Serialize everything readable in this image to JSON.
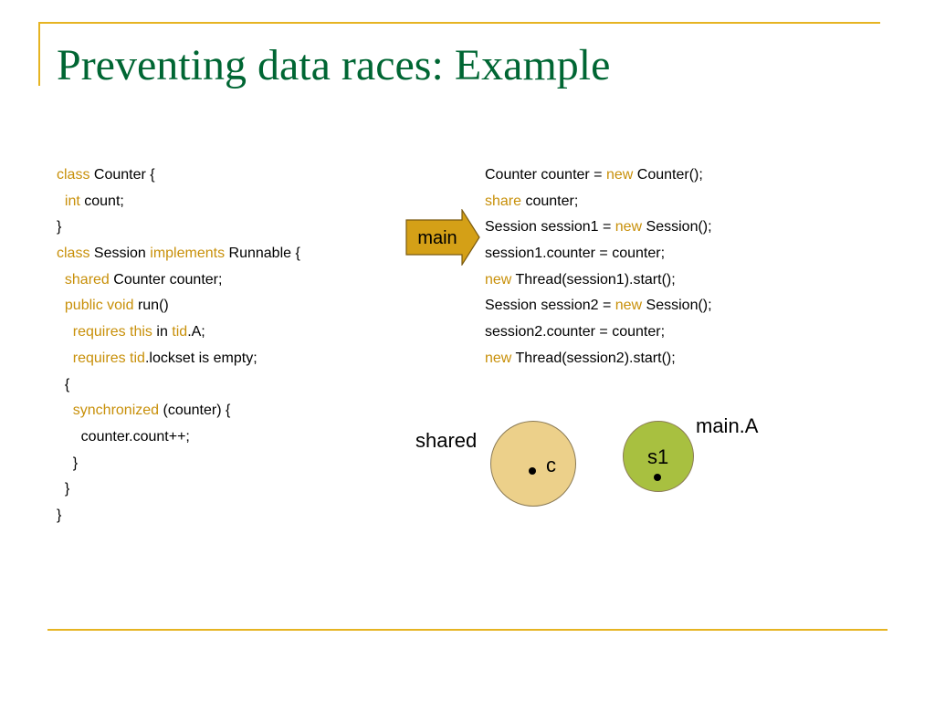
{
  "slide": {
    "title": "Preventing data races: Example"
  },
  "colors": {
    "title": "#006633",
    "keyword": "#c8900a",
    "rule": "#e6b422",
    "arrow_fill": "#d4a017",
    "shared_circle": "#ecd08a",
    "thread_circle": "#a8c040"
  },
  "left_code": [
    [
      {
        "t": "class",
        "k": true
      },
      {
        "t": " Counter {"
      }
    ],
    [
      {
        "t": "  "
      },
      {
        "t": "int",
        "k": true
      },
      {
        "t": " count;"
      }
    ],
    [
      {
        "t": "}"
      }
    ],
    [
      {
        "t": "class",
        "k": true
      },
      {
        "t": " Session "
      },
      {
        "t": "implements",
        "k": true
      },
      {
        "t": " Runnable {"
      }
    ],
    [
      {
        "t": "  "
      },
      {
        "t": "shared",
        "k": true
      },
      {
        "t": " Counter counter;"
      }
    ],
    [
      {
        "t": "  "
      },
      {
        "t": "public void",
        "k": true
      },
      {
        "t": " run()"
      }
    ],
    [
      {
        "t": "    "
      },
      {
        "t": "requires this",
        "k": true
      },
      {
        "t": " in "
      },
      {
        "t": "tid",
        "k": true
      },
      {
        "t": ".A;"
      }
    ],
    [
      {
        "t": "    "
      },
      {
        "t": "requires tid",
        "k": true
      },
      {
        "t": ".lockset is empty;"
      }
    ],
    [
      {
        "t": "  {"
      }
    ],
    [
      {
        "t": "    "
      },
      {
        "t": "synchronized",
        "k": true
      },
      {
        "t": " (counter) {"
      }
    ],
    [
      {
        "t": "      counter.count++;"
      }
    ],
    [
      {
        "t": "    }"
      }
    ],
    [
      {
        "t": "  }"
      }
    ],
    [
      {
        "t": "}"
      }
    ]
  ],
  "right_code": [
    [
      {
        "t": "Counter counter = "
      },
      {
        "t": "new",
        "k": true
      },
      {
        "t": " Counter();"
      }
    ],
    [
      {
        "t": "share",
        "k": true
      },
      {
        "t": " counter;"
      }
    ],
    [
      {
        "t": "Session session1 = "
      },
      {
        "t": "new",
        "k": true
      },
      {
        "t": " Session();"
      }
    ],
    [
      {
        "t": "session1.counter = counter;"
      }
    ],
    [
      {
        "t": "new",
        "k": true
      },
      {
        "t": " Thread(session1).start();"
      }
    ],
    [
      {
        "t": "Session session2 = "
      },
      {
        "t": "new",
        "k": true
      },
      {
        "t": " Session();"
      }
    ],
    [
      {
        "t": "session2.counter = counter;"
      }
    ],
    [
      {
        "t": "new",
        "k": true
      },
      {
        "t": " Thread(session2).start();"
      }
    ]
  ],
  "arrow": {
    "label": "main"
  },
  "diagram": {
    "shared_label": "shared",
    "shared_object": "c",
    "thread_label": "main.A",
    "thread_object": "s1"
  }
}
